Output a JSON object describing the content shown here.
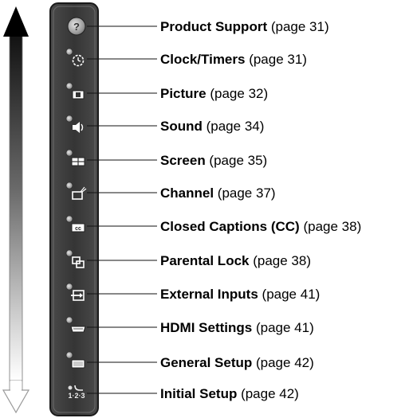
{
  "menu_items": [
    {
      "name": "Product Support",
      "page": "(page 31)",
      "icon": "question-mark-icon"
    },
    {
      "name": "Clock/Timers",
      "page": "(page 31)",
      "icon": "clock-timer-icon"
    },
    {
      "name": "Picture",
      "page": "(page 32)",
      "icon": "picture-icon"
    },
    {
      "name": "Sound",
      "page": "(page 34)",
      "icon": "speaker-icon"
    },
    {
      "name": "Screen",
      "page": "(page 35)",
      "icon": "screen-icon"
    },
    {
      "name": "Channel",
      "page": "(page 37)",
      "icon": "tv-antenna-icon"
    },
    {
      "name": "Closed Captions (CC)",
      "page": "(page 38)",
      "icon": "cc-icon"
    },
    {
      "name": "Parental Lock",
      "page": "(page 38)",
      "icon": "parental-lock-icon"
    },
    {
      "name": "External Inputs",
      "page": "(page 41)",
      "icon": "input-arrow-icon"
    },
    {
      "name": "HDMI Settings",
      "page": "(page 41)",
      "icon": "hdmi-connector-icon"
    },
    {
      "name": "General Setup",
      "page": "(page 42)",
      "icon": "toolbox-icon"
    },
    {
      "name": "Initial Setup",
      "page": "(page 42)",
      "icon": "initial-setup-icon",
      "icon_text": "1·2·3"
    }
  ]
}
